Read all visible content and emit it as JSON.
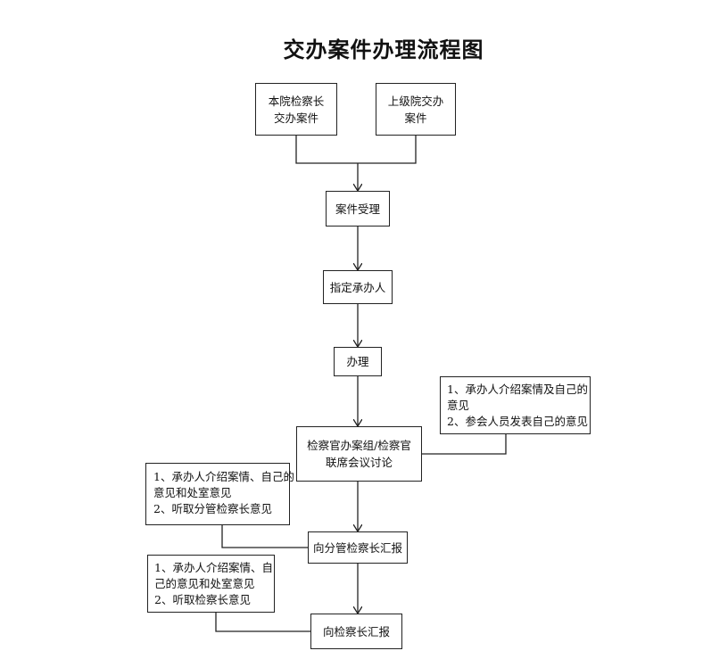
{
  "title": "交办案件办理流程图",
  "sources": {
    "left": {
      "line1": "本院检察长",
      "line2": "交办案件"
    },
    "right": {
      "line1": "上级院交办",
      "line2": "案件"
    }
  },
  "steps": {
    "accept": "案件受理",
    "assign": "指定承办人",
    "handle": "办理",
    "discuss": {
      "line1": "检察官办案组/检察官",
      "line2": "联席会议讨论"
    },
    "report_deputy": "向分管检察长汇报",
    "report_chief": "向检察长汇报"
  },
  "notes": {
    "discuss_note": {
      "line1": "1、承办人介绍案情及自己的",
      "line2": "意见",
      "line3": "2、参会人员发表自己的意见"
    },
    "deputy_note": {
      "line1": "1、承办人介绍案情、自己的",
      "line2": "意见和处室意见",
      "line3": "2、听取分管检察长意见"
    },
    "chief_note": {
      "line1": "1、承办人介绍案情、自",
      "line2": "己的意见和处室意见",
      "line3": "2、听取检察长意见"
    }
  }
}
